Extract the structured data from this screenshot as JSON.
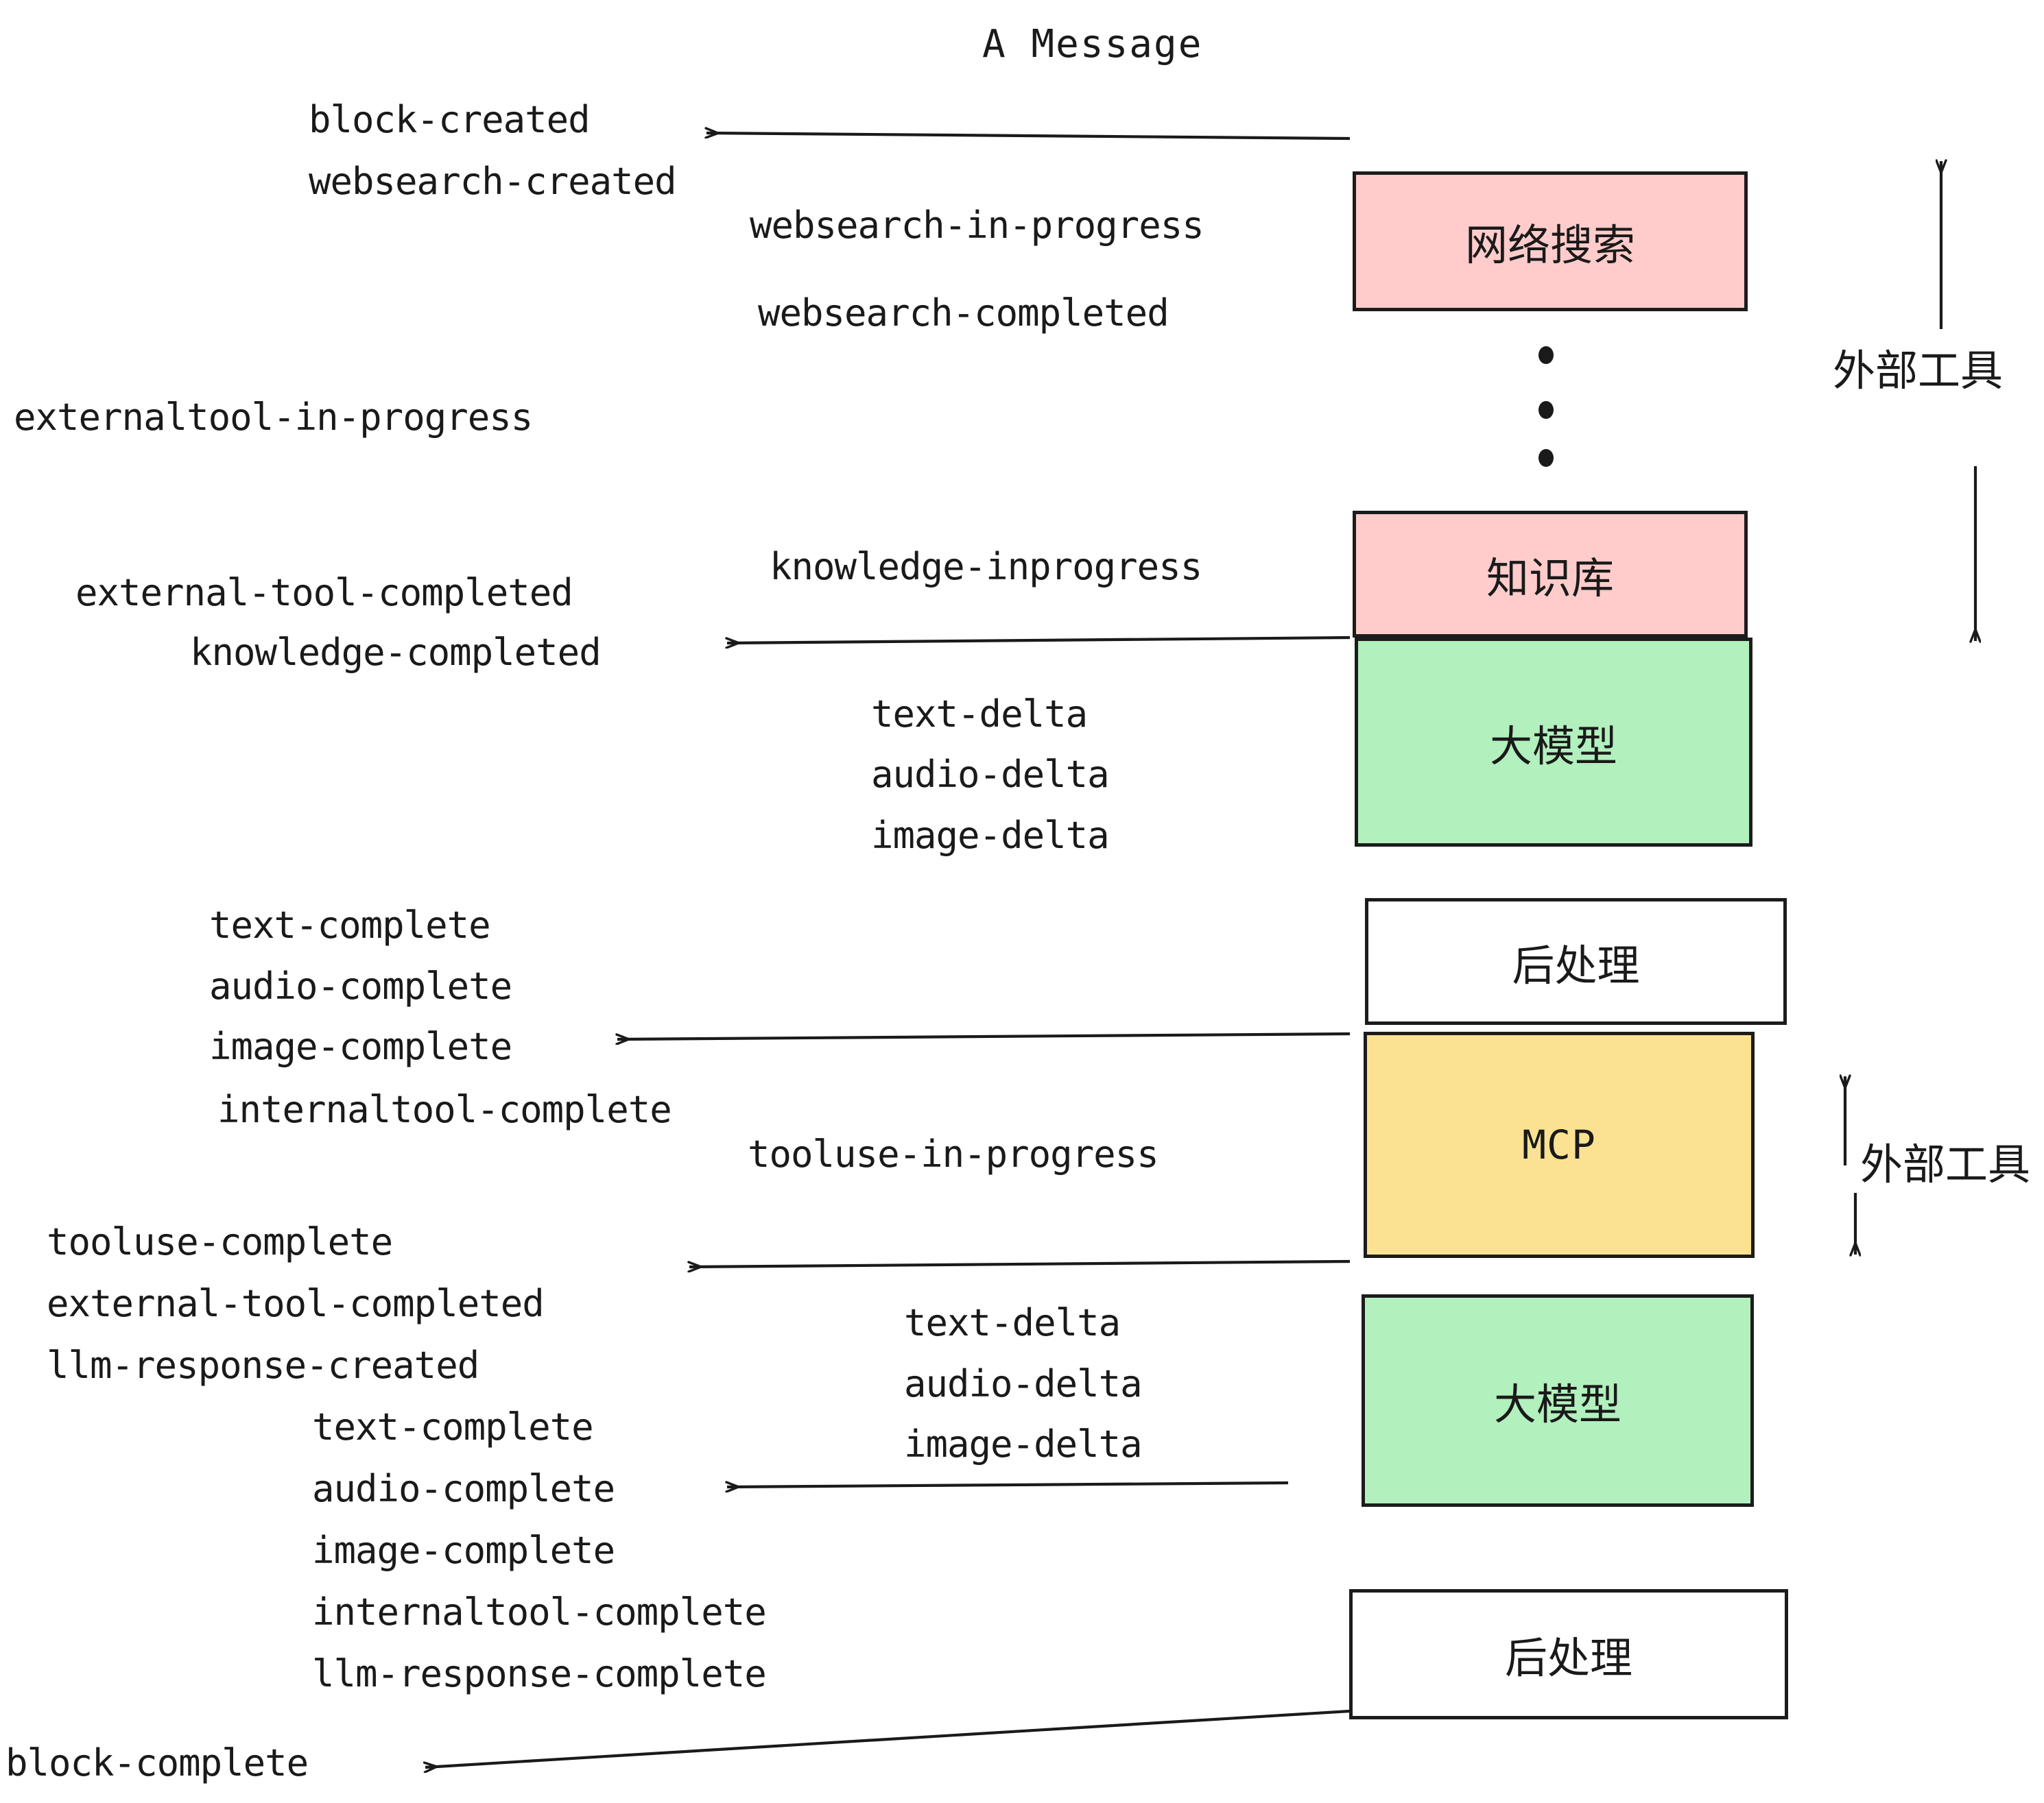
{
  "title": "A Message",
  "colors": {
    "pink": "#FFCCCB",
    "green": "#B2F0BD",
    "yellow": "#FAE292",
    "white": "#FFFFFF",
    "stroke": "#1C1C1C",
    "text": "#1A1A1A"
  },
  "boxes": [
    {
      "id": "websearch",
      "label": "网络搜索",
      "fill": "pink"
    },
    {
      "id": "knowledge",
      "label": "知识库",
      "fill": "pink"
    },
    {
      "id": "llm-1",
      "label": "大模型",
      "fill": "green"
    },
    {
      "id": "postprocess-1",
      "label": "后处理",
      "fill": "white"
    },
    {
      "id": "mcp",
      "label": "MCP",
      "fill": "yellow"
    },
    {
      "id": "llm-2",
      "label": "大模型",
      "fill": "green"
    },
    {
      "id": "postprocess-2",
      "label": "后处理",
      "fill": "white"
    }
  ],
  "annotations": [
    {
      "id": "external-tools-top",
      "label": "外部工具"
    },
    {
      "id": "external-tools-bottom",
      "label": "外部工具"
    }
  ],
  "events": {
    "block_created": "block-created",
    "websearch_created": "websearch-created",
    "websearch_in_progress": "websearch-in-progress",
    "websearch_completed": "websearch-completed",
    "externaltool_in_progress": "externaltool-in-progress",
    "knowledge_inprogress": "knowledge-inprogress",
    "external_tool_completed_1": "external-tool-completed",
    "knowledge_completed": "knowledge-completed",
    "text_delta_1": "text-delta",
    "audio_delta_1": "audio-delta",
    "image_delta_1": "image-delta",
    "text_complete_1": "text-complete",
    "audio_complete_1": "audio-complete",
    "image_complete_1": "image-complete",
    "internaltool_complete_1": "internaltool-complete",
    "tooluse_in_progress": "tooluse-in-progress",
    "tooluse_complete": "tooluse-complete",
    "external_tool_completed_2": "external-tool-completed",
    "llm_response_created": "llm-response-created",
    "text_delta_2": "text-delta",
    "audio_delta_2": "audio-delta",
    "image_delta_2": "image-delta",
    "text_complete_2": "text-complete",
    "audio_complete_2": "audio-complete",
    "image_complete_2": "image-complete",
    "internaltool_complete_2": "internaltool-complete",
    "llm_response_complete": "llm-response-complete",
    "block_complete": "block-complete"
  }
}
